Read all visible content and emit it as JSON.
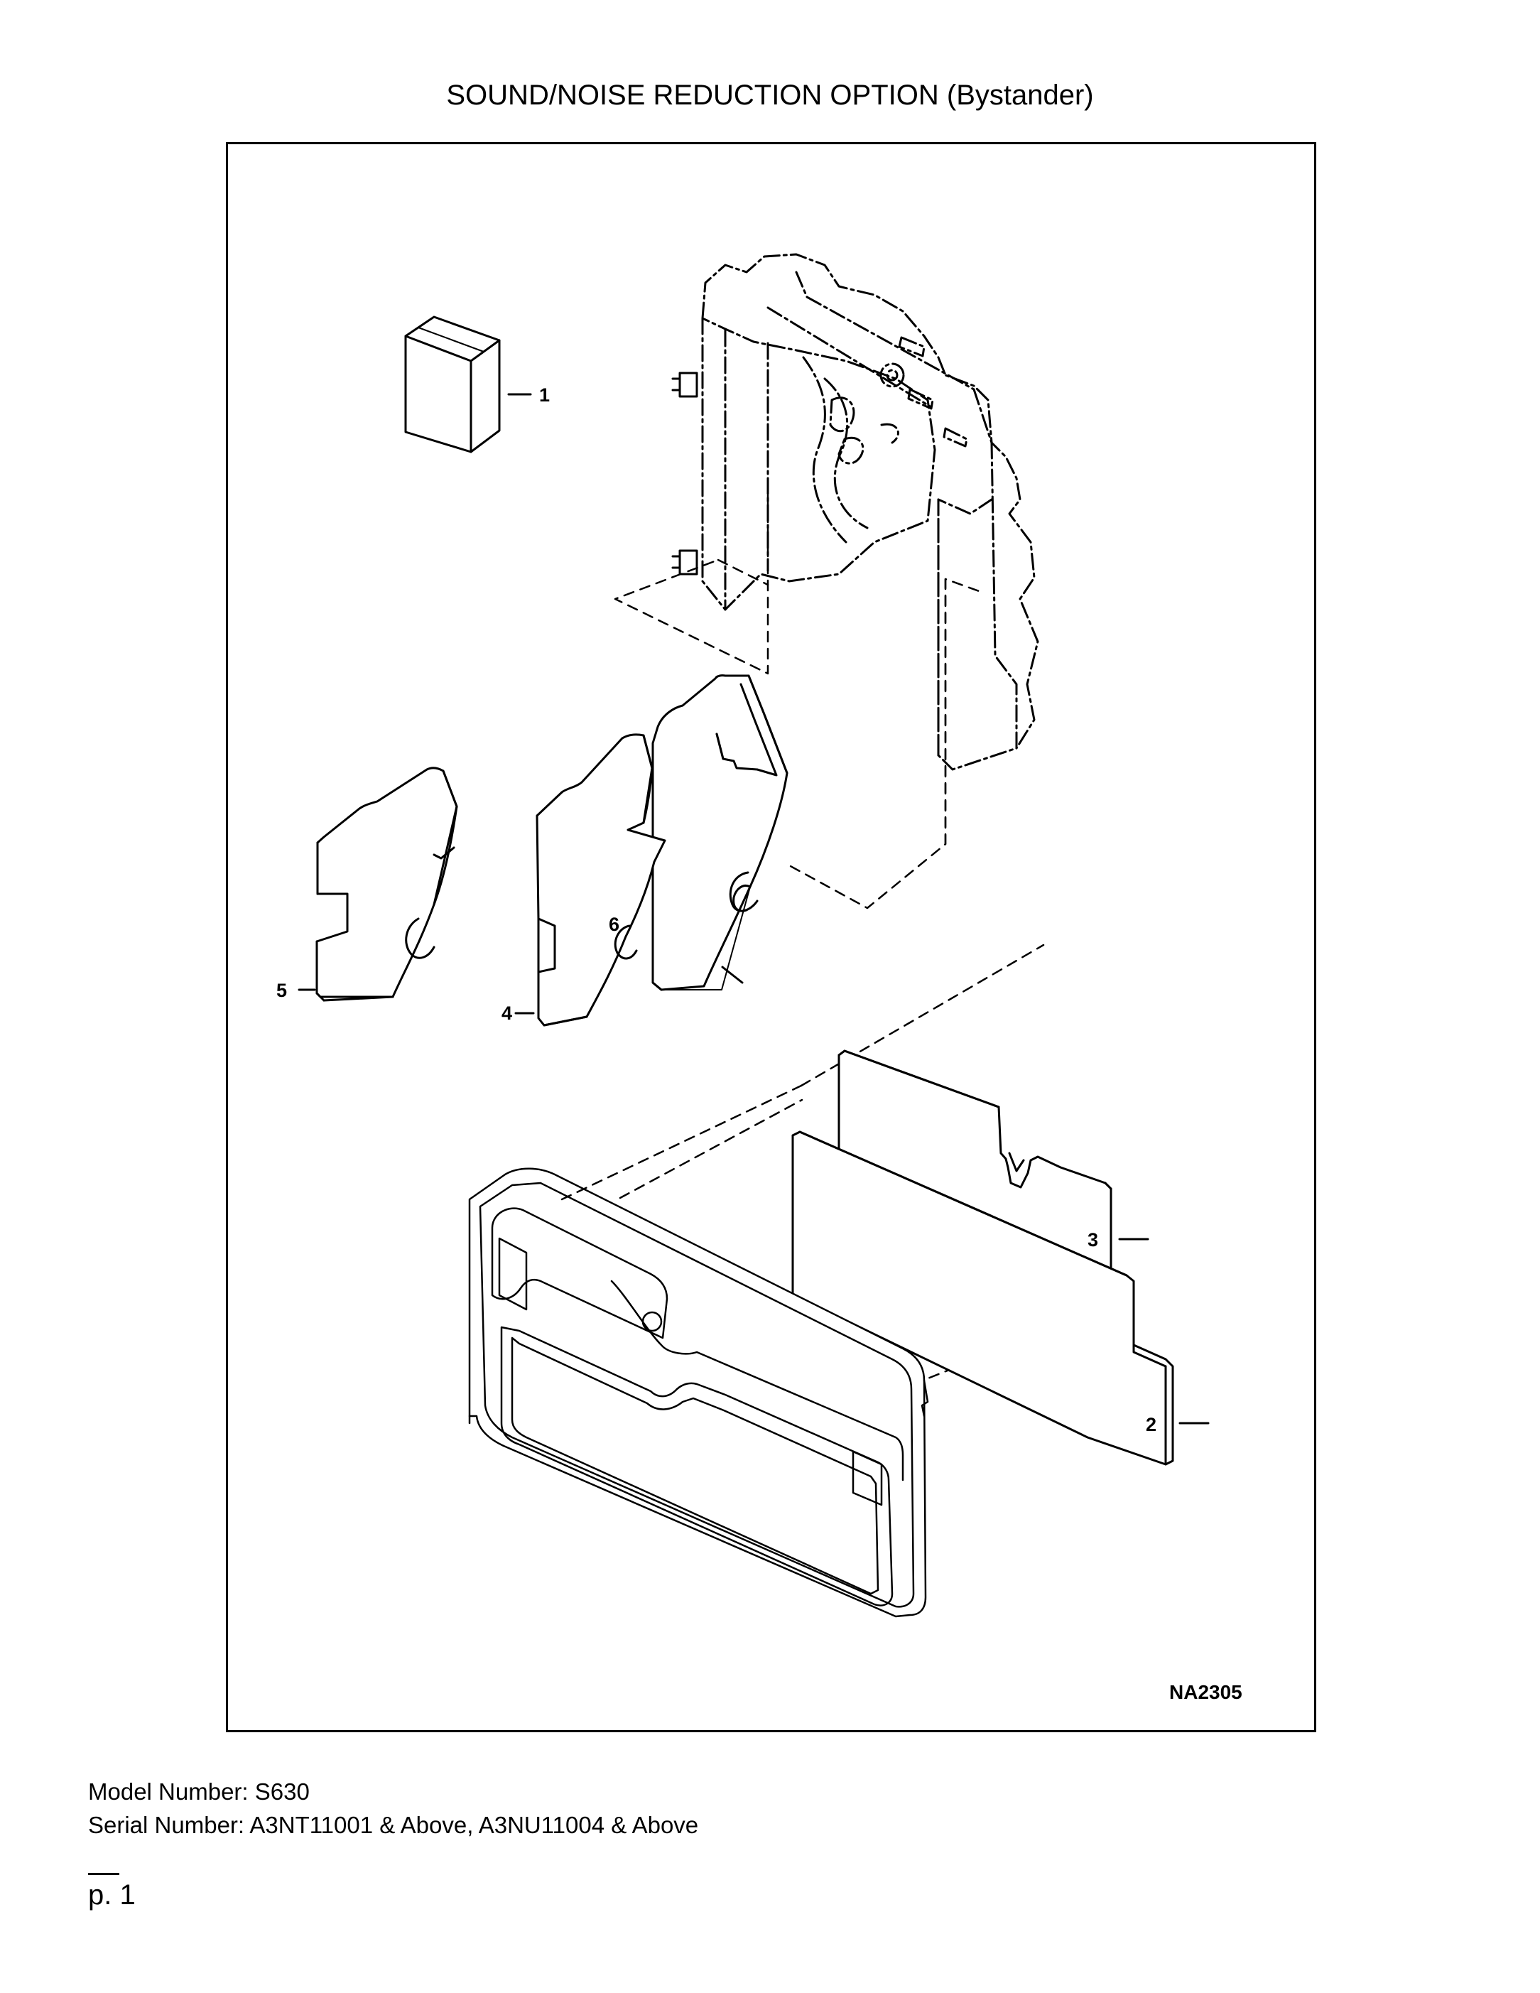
{
  "document": {
    "title": "SOUND/NOISE REDUCTION OPTION (Bystander)",
    "figure_code": "NA2305",
    "model_number": "Model Number: S630",
    "serial_number": "Serial Number: A3NT11001 & Above, A3NU11004 & Above",
    "page_label": "p. 1"
  },
  "callouts": [
    "1",
    "2",
    "3",
    "4",
    "5",
    "6"
  ]
}
